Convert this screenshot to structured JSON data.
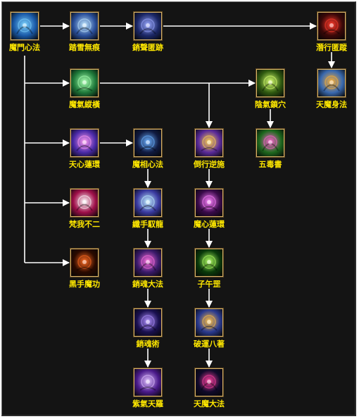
{
  "skills": [
    {
      "id": "s0",
      "label": "魔門心法",
      "icon": "skull-face-icon",
      "colors": [
        "#7fd4ff",
        "#1a5aa8"
      ]
    },
    {
      "id": "s1",
      "label": "踏雪無痕",
      "icon": "snow-step-icon",
      "colors": [
        "#bfe6ff",
        "#2a4f9a"
      ]
    },
    {
      "id": "s2",
      "label": "銷聲匿跡",
      "icon": "shadow-legs-icon",
      "colors": [
        "#9aa8ff",
        "#1b2766"
      ]
    },
    {
      "id": "s3",
      "label": "潛行匿蹤",
      "icon": "red-stealth-icon",
      "colors": [
        "#ff3a2a",
        "#3a0808"
      ]
    },
    {
      "id": "s4",
      "label": "魔氣縱橫",
      "icon": "green-ghost-icon",
      "colors": [
        "#a8ffb0",
        "#1f7a3a"
      ]
    },
    {
      "id": "s5",
      "label": "陰氣鎖穴",
      "icon": "green-skull-icon",
      "colors": [
        "#d8ff70",
        "#2f5a10"
      ]
    },
    {
      "id": "s6",
      "label": "天魔身法",
      "icon": "demon-body-icon",
      "colors": [
        "#ffb030",
        "#3a6ab0"
      ]
    },
    {
      "id": "s7",
      "label": "天心蓮環",
      "icon": "lotus-swirl-icon",
      "colors": [
        "#ff9af0",
        "#4a2aa8"
      ]
    },
    {
      "id": "s8",
      "label": "魔相心法",
      "icon": "blue-demon-face-icon",
      "colors": [
        "#6ab0ff",
        "#101a40"
      ]
    },
    {
      "id": "s9",
      "label": "倒行逆施",
      "icon": "gold-sigil-icon",
      "colors": [
        "#ffd44a",
        "#5a2a9a"
      ]
    },
    {
      "id": "s10",
      "label": "五毒書",
      "icon": "poison-book-icon",
      "colors": [
        "#ff60d0",
        "#1e6a1e"
      ]
    },
    {
      "id": "s11",
      "label": "梵我不二",
      "icon": "crimson-star-icon",
      "colors": [
        "#ffffff",
        "#a0104a"
      ]
    },
    {
      "id": "s12",
      "label": "纖手馭龍",
      "icon": "dragon-hand-icon",
      "colors": [
        "#c0f0ff",
        "#3a3aa0"
      ]
    },
    {
      "id": "s13",
      "label": "魔心蓮環",
      "icon": "purple-orb-icon",
      "colors": [
        "#ff80ff",
        "#3a0a4a"
      ]
    },
    {
      "id": "s14",
      "label": "黑手魔功",
      "icon": "black-hand-icon",
      "colors": [
        "#ff6a20",
        "#2a0a00"
      ]
    },
    {
      "id": "s15",
      "label": "銷魂大法",
      "icon": "magenta-bolt-icon",
      "colors": [
        "#ff70e0",
        "#3a1a6a"
      ]
    },
    {
      "id": "s16",
      "label": "子午罡",
      "icon": "green-aura-icon",
      "colors": [
        "#b0ff60",
        "#0a3a0a"
      ]
    },
    {
      "id": "s17",
      "label": "銷魂術",
      "icon": "violet-figure-icon",
      "colors": [
        "#b090ff",
        "#1a1050"
      ]
    },
    {
      "id": "s18",
      "label": "破運八著",
      "icon": "flame-ring-icon",
      "colors": [
        "#ffc040",
        "#2a3a90"
      ]
    },
    {
      "id": "s19",
      "label": "紫氣天羅",
      "icon": "purple-sparkle-icon",
      "colors": [
        "#e0c0ff",
        "#4a1a8a"
      ]
    },
    {
      "id": "s20",
      "label": "天魔大法",
      "icon": "dark-beast-icon",
      "colors": [
        "#ff40a0",
        "#100a2a"
      ]
    }
  ],
  "links": [
    [
      "s0",
      "s1"
    ],
    [
      "s1",
      "s2"
    ],
    [
      "s2",
      "s3"
    ],
    [
      "s3",
      "s6"
    ],
    [
      "s0",
      "s4"
    ],
    [
      "s4",
      "s5"
    ],
    [
      "s4",
      "s9"
    ],
    [
      "s5",
      "s10"
    ],
    [
      "s0",
      "s7"
    ],
    [
      "s7",
      "s8"
    ],
    [
      "s0",
      "s11"
    ],
    [
      "s0",
      "s14"
    ],
    [
      "s8",
      "s12"
    ],
    [
      "s12",
      "s15"
    ],
    [
      "s15",
      "s17"
    ],
    [
      "s17",
      "s19"
    ],
    [
      "s9",
      "s13"
    ],
    [
      "s13",
      "s16"
    ],
    [
      "s16",
      "s18"
    ],
    [
      "s18",
      "s20"
    ]
  ]
}
